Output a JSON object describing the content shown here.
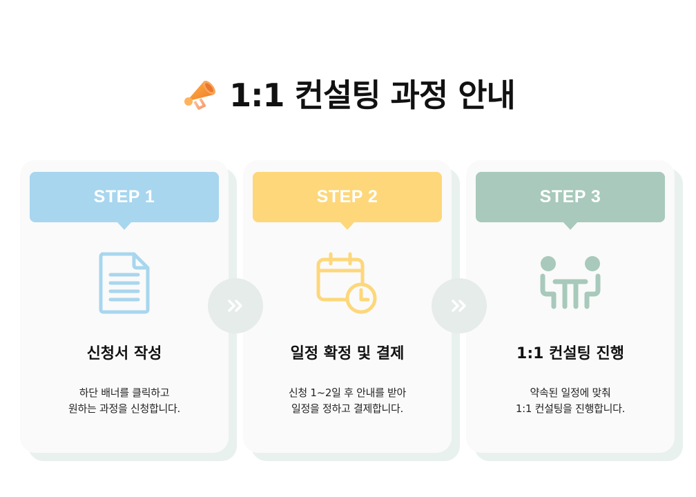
{
  "header": {
    "title": "1:1 컨설팅 과정 안내",
    "icon": "megaphone-icon"
  },
  "steps": [
    {
      "label": "STEP 1",
      "color": "#a8d6ee",
      "icon": "document-icon",
      "title": "신청서 작성",
      "desc_line1": "하단 배너를 클릭하고",
      "desc_line2": "원하는 과정을 신청합니다."
    },
    {
      "label": "STEP 2",
      "color": "#fdd77a",
      "icon": "calendar-clock-icon",
      "title": "일정 확정 및 결제",
      "desc_line1": "신청 1~2일 후 안내를 받아",
      "desc_line2": "일정을 정하고 결제합니다."
    },
    {
      "label": "STEP 3",
      "color": "#a8c9bb",
      "icon": "meeting-icon",
      "title": "1:1 컨설팅 진행",
      "desc_line1": "약속된 일정에 맞춰",
      "desc_line2": "1:1  컨설팅을 진행합니다."
    }
  ],
  "arrows": {
    "glyph": "»",
    "color": "#ffffff",
    "icon": "double-chevron-right-icon"
  }
}
